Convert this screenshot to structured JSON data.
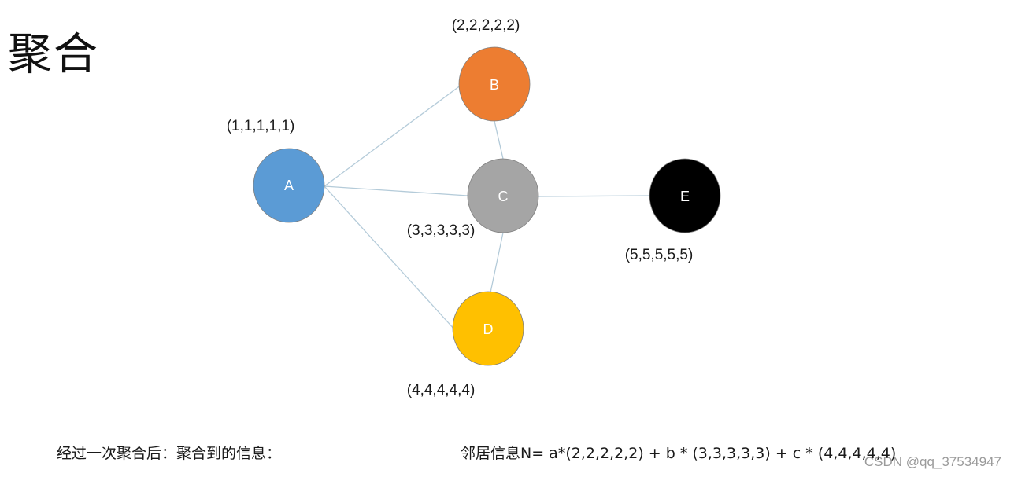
{
  "title": "聚合",
  "nodes": {
    "A": {
      "label": "A",
      "vector": "(1,1,1,1,1)",
      "color": "#5b9bd5"
    },
    "B": {
      "label": "B",
      "vector": "(2,2,2,2,2)",
      "color": "#ed7d31"
    },
    "C": {
      "label": "C",
      "vector": "(3,3,3,3,3)",
      "color": "#a5a5a5"
    },
    "D": {
      "label": "D",
      "vector": "(4,4,4,4,4)",
      "color": "#ffc000"
    },
    "E": {
      "label": "E",
      "vector": "(5,5,5,5,5)",
      "color": "#000000"
    }
  },
  "edges": [
    [
      "A",
      "B"
    ],
    [
      "A",
      "C"
    ],
    [
      "A",
      "D"
    ],
    [
      "B",
      "C"
    ],
    [
      "C",
      "D"
    ],
    [
      "C",
      "E"
    ]
  ],
  "edge_color": "#b4cbd9",
  "footer": {
    "left": "经过一次聚合后：聚合到的信息：",
    "right": "邻居信息N=  a*(2,2,2,2,2)    + b * (3,3,3,3,3)   +   c * (4,4,4,4,4)"
  },
  "watermark": "CSDN @qq_37534947"
}
